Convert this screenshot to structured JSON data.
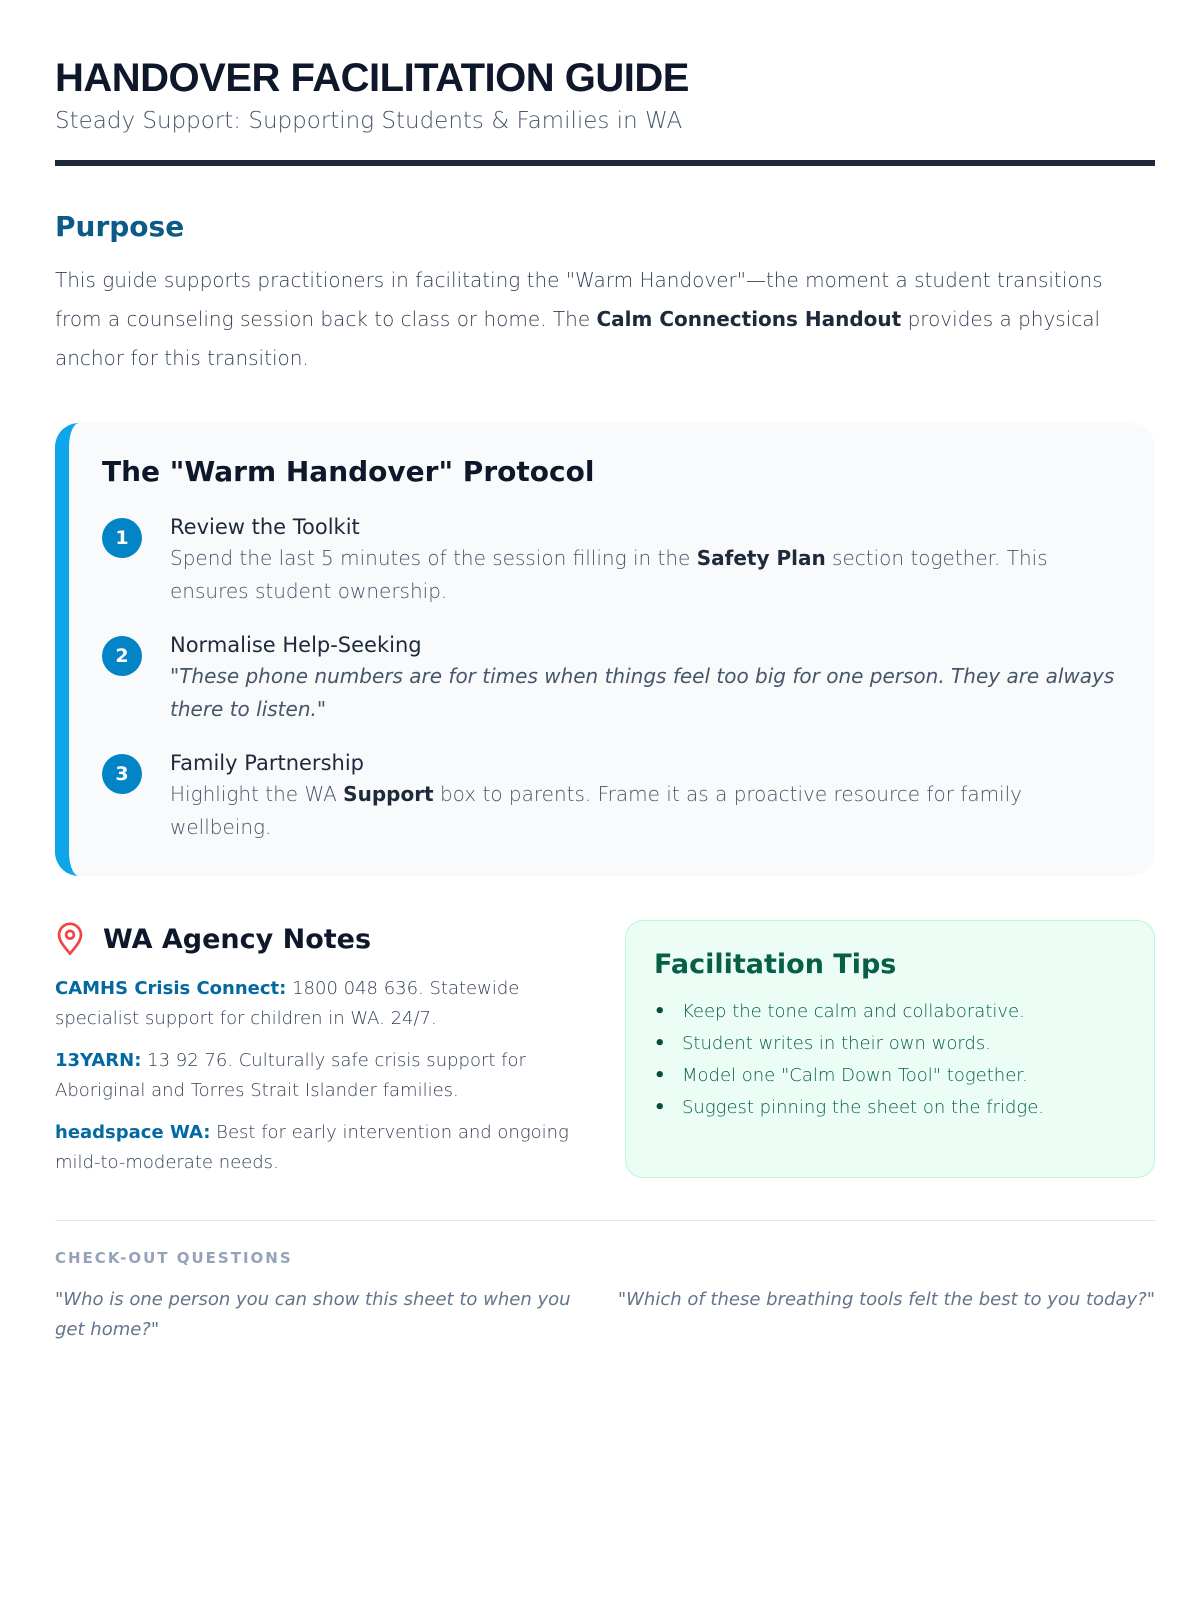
{
  "header": {
    "title": "HANDOVER FACILITATION GUIDE",
    "subtitle": "Steady Support: Supporting Students & Families in WA"
  },
  "purpose": {
    "heading": "Purpose",
    "text_1": "This guide supports practitioners in facilitating the \"Warm Handover\"—the moment a student transitions from a counseling session back to class or home. The ",
    "bold": "Calm Connections Handout",
    "text_2": " provides a physical anchor for this transition."
  },
  "protocol": {
    "heading": "The \"Warm Handover\" Protocol",
    "steps": [
      {
        "num": "1",
        "title": "Review the Toolkit",
        "body_1": "Spend the last 5 minutes of the session filling in the ",
        "bold": "Safety Plan",
        "body_2": " section together. This ensures student ownership."
      },
      {
        "num": "2",
        "title": "Normalise Help-Seeking",
        "body": "\"These phone numbers are for times when things feel too big for one person. They are always there to listen.\""
      },
      {
        "num": "3",
        "title": "Family Partnership",
        "body_1": "Highlight the WA ",
        "bold": "Support",
        "body_2": " box to parents. Frame it as a proactive resource for family wellbeing."
      }
    ]
  },
  "agency": {
    "heading": "WA Agency Notes",
    "icon": "map-pin-icon",
    "items": [
      {
        "label": "CAMHS Crisis Connect:",
        "text": " 1800 048 636. Statewide specialist support for children in WA. 24/7."
      },
      {
        "label": "13YARN:",
        "text": " 13 92 76. Culturally safe crisis support for Aboriginal and Torres Strait Islander families."
      },
      {
        "label": "headspace WA:",
        "text": " Best for early intervention and ongoing mild-to-moderate needs."
      }
    ]
  },
  "tips": {
    "heading": "Facilitation Tips",
    "items": [
      "Keep the tone calm and collaborative.",
      "Student writes in their own words.",
      "Model one \"Calm Down Tool\" together.",
      "Suggest pinning the sheet on the fridge."
    ]
  },
  "checkout": {
    "heading": "CHECK-OUT QUESTIONS",
    "questions": [
      "\"Who is one person you can show this sheet to when you get home?\"",
      "\"Which of these breathing tools felt the best to you today?\""
    ]
  },
  "colors": {
    "accent": "#0ea5e9",
    "heading_blue": "#0c5a87",
    "pin": "#ef4444",
    "tips_green": "#065f46"
  }
}
